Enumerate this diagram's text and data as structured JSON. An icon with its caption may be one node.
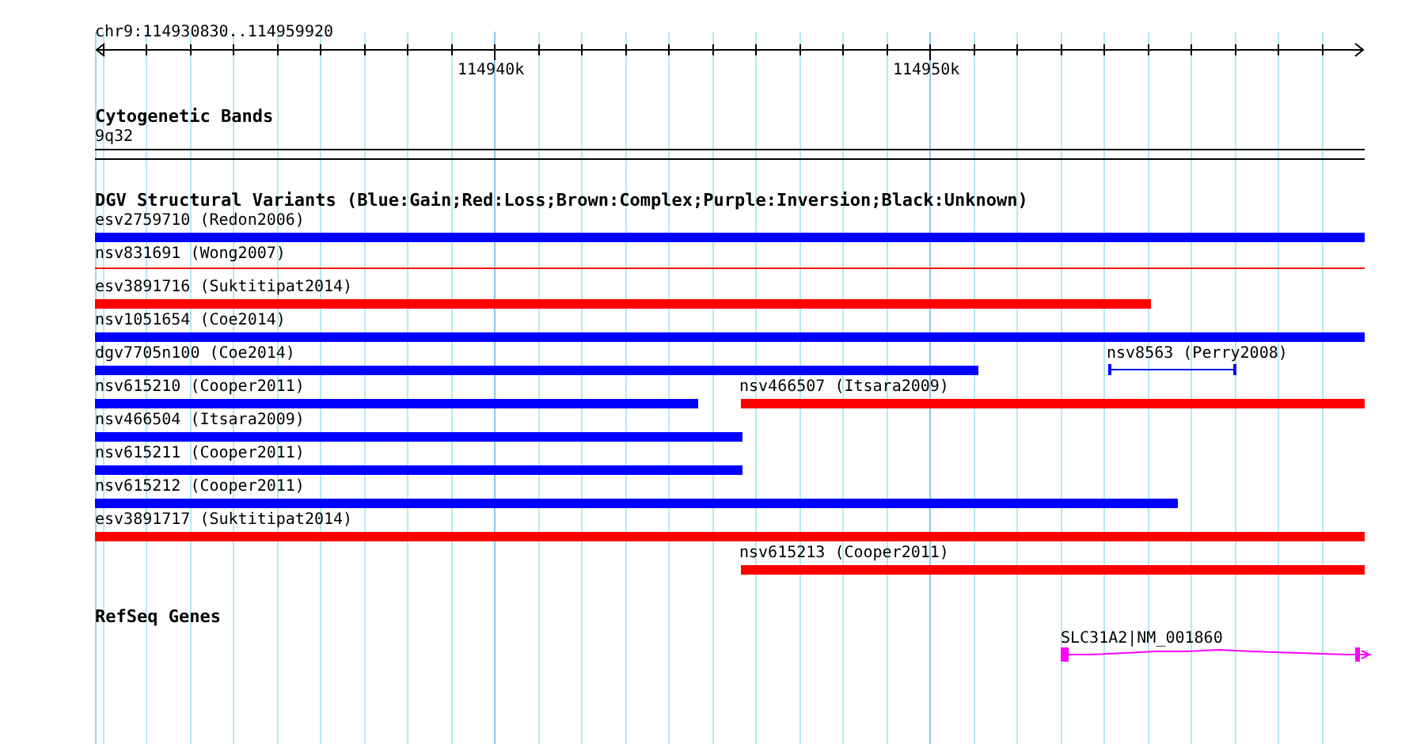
{
  "diagram": {
    "nodes": [
      {
        "text": [
          "esv2759710 (Redon2006)"
        ]
      },
      {
        "text": [
          "nsv831691 (Wong2007)"
        ]
      },
      {
        "text": [
          "esv3891716 (Suktitipat2014)"
        ]
      },
      {
        "text": [
          "nsv1051654 (Coe2014)"
        ]
      },
      {
        "text": [
          "dgv7705n100 (Coe2014)"
        ]
      },
      {
        "text": [
          "nsv8563 (Perry2008)"
        ]
      },
      {
        "text": [
          "nsv615210 (Cooper2011)"
        ]
      },
      {
        "text": [
          "nsv466507 (Itsara2009)"
        ]
      },
      {
        "text": [
          "nsv466504 (Itsara2009)"
        ]
      },
      {
        "text": [
          "nsv615211 (Cooper2011)"
        ]
      },
      {
        "text": [
          "nsv615212 (Cooper2011)"
        ]
      },
      {
        "text": [
          "esv3891717 (Suktitipat2014)"
        ]
      },
      {
        "text": [
          "nsv615213 (Cooper2011)"
        ]
      },
      {
        "text": [
          "SLC31A2|NM_001860"
        ]
      }
    ],
    "labels": [
      "chr9:114930830..114959920",
      "114940k",
      "114950k",
      "Cytogenetic Bands",
      "9q32",
      "DGV Structural Variants (Blue:Gain;Red:Loss;Brown:Complex;Purple:Inversion;Black:Unknown)",
      "RefSeq Genes"
    ]
  }
}
